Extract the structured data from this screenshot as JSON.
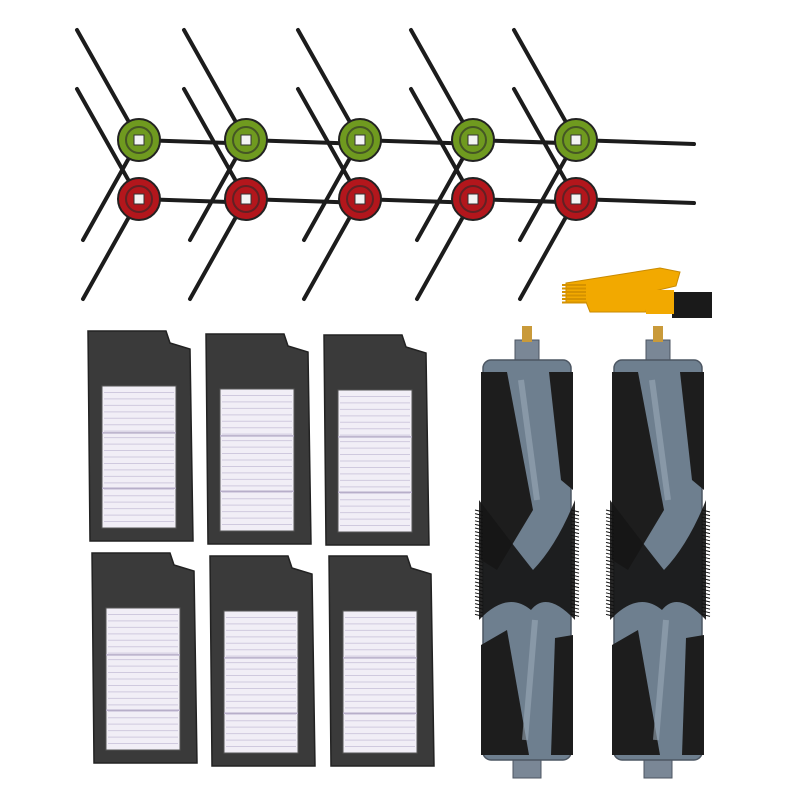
{
  "scene": {
    "background": "#ffffff",
    "description_items": {
      "side_brushes": {
        "green_count": 5,
        "red_count": 5,
        "green_hub_color": "#6f9a1f",
        "red_hub_color": "#b3161c",
        "arm_color": "#1c1c1c"
      },
      "hepa_filters": {
        "count": 6,
        "frame_color": "#3a3a3a",
        "media_color": "#f1eef6",
        "pleat_color": "#cfc9de"
      },
      "main_brushes": {
        "count": 2,
        "core_color": "#6e7f8f",
        "bristle_color": "#161616",
        "tip_color": "#c99a3a"
      },
      "cleaning_tool": {
        "count": 1,
        "color": "#f2a900",
        "bristle_color": "#1a1a1a"
      }
    }
  }
}
